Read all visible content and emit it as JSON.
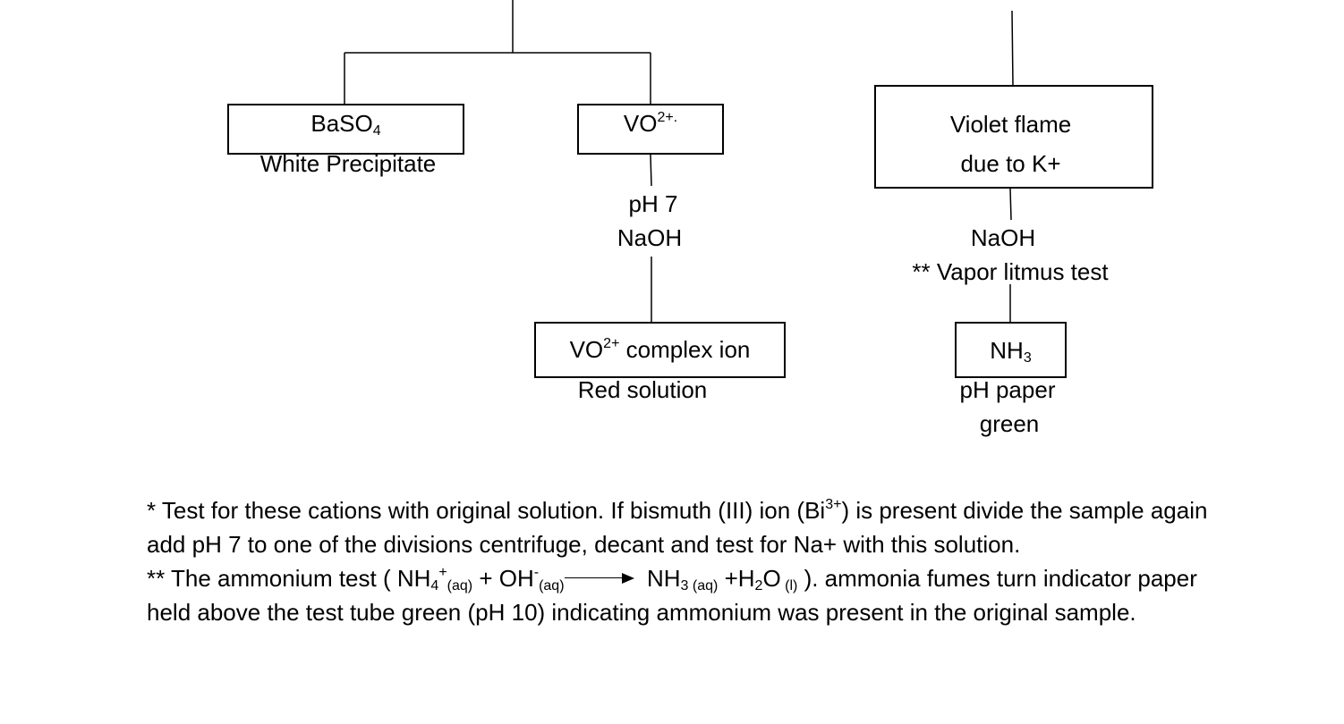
{
  "diagram": {
    "baso4": "BaSO",
    "baso4_sub": "4",
    "white_ppt": "White Precipitate",
    "vo_top": "VO",
    "vo_top_sup": "2+.",
    "ph7": "pH 7",
    "naoh_left": "NaOH",
    "vo_complex": "VO",
    "vo_complex_sup": "2+",
    "vo_complex_rest": " complex ion",
    "red_solution": "Red solution",
    "violet_line1": "Violet flame",
    "violet_line2": "due to K+",
    "naoh_right": "NaOH",
    "vapor": "** Vapor litmus test",
    "nh3": "NH",
    "nh3_sub": "3",
    "ph_paper": "pH paper",
    "green": "green"
  },
  "notes": {
    "n1_a": "* Test for these cations with original solution.  If bismuth (III) ion (Bi",
    "n1_sup": "3+",
    "n1_b": ")  is present divide the sample again add pH 7 to one of the divisions centrifuge, decant and test for Na+ with this solution.",
    "n2_a": "** The ammonium test ( NH",
    "n2_nh4_sub": "4",
    "n2_plus": "+",
    "n2_aq1": "(aq)",
    "n2_oh": " + OH",
    "n2_minus": "-",
    "n2_aq2": "(aq)",
    "n2_nh3": "NH",
    "n2_nh3_sub": "3",
    "n2_aq3": " (aq)",
    "n2_h2o_a": " +H",
    "n2_h2o_sub": "2",
    "n2_h2o_b": "O",
    "n2_l": " (l)",
    "n2_rest": " ). ammonia fumes turn indicator paper held above the test tube green (pH 10) indicating ammonium was present in the original sample."
  }
}
